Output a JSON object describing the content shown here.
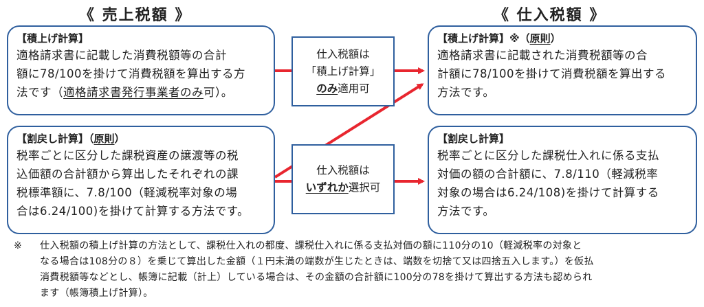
{
  "headings": {
    "left": "《 売上税額 》",
    "right": "《 仕入税額 》"
  },
  "sales_top": {
    "title": "【積上げ計算】",
    "line1": "適格請求書に記載した消費税額等の合計",
    "line2": "額に78/100を掛けて消費税額を算出する方",
    "line3a": "法です（",
    "line3u": "適格請求書発行事業者のみ",
    "line3b": "可）。"
  },
  "sales_bottom": {
    "title_a": "【割戻し計算】（",
    "title_u": "原則",
    "title_b": "）",
    "line1": "税率ごとに区分した課税資産の譲渡等の税",
    "line2": "込価額の合計額から算出したそれぞれの課",
    "line3": "税標準額に、7.8/100（軽減税率対象の場",
    "line4": "合は6.24/100)を掛けて計算する方法です。"
  },
  "mid_top": {
    "line1": "仕入税額は",
    "line2": "「積上げ計算」",
    "line3u": "のみ",
    "line3b": "適用可"
  },
  "mid_bottom": {
    "line1": "仕入税額は",
    "line2u": "いずれか",
    "line2b": "選択可"
  },
  "purchase_top": {
    "title_a": "【積上げ計算】※（",
    "title_u": "原則",
    "title_b": "）",
    "line1": "適格請求書に記載された消費税額等の合",
    "line2": "計額に78/100を掛けて消費税額を算出する",
    "line3": "方法です。"
  },
  "purchase_bottom": {
    "title": "【割戻し計算】",
    "line1": "税率ごとに区分した課税仕入れに係る支払",
    "line2": "対価の額の合計額に、7.8/110（軽減税率",
    "line3": "対象の場合は6.24/108)を掛けて計算する",
    "line4": "方法です。"
  },
  "note": {
    "mark": "※",
    "line1": "仕入税額の積上げ計算の方法として、課税仕入れの都度、課税仕入れに係る支払対価の額に110分の10（軽減税率の対象と",
    "line2": "なる場合は108分の８）を乗じて算出した金額（１円未満の端数が生じたときは、端数を切捨て又は四捨五入します。）を仮払",
    "line3": "消費税額等などとし、帳簿に記載（計上）している場合は、その金額の合計額に100分の78を掛けて算出する方法も認められ",
    "line4": "ます（帳簿積上げ計算）。"
  },
  "colors": {
    "box_border": "#2f5f9e",
    "arrow": "#e8262f"
  }
}
